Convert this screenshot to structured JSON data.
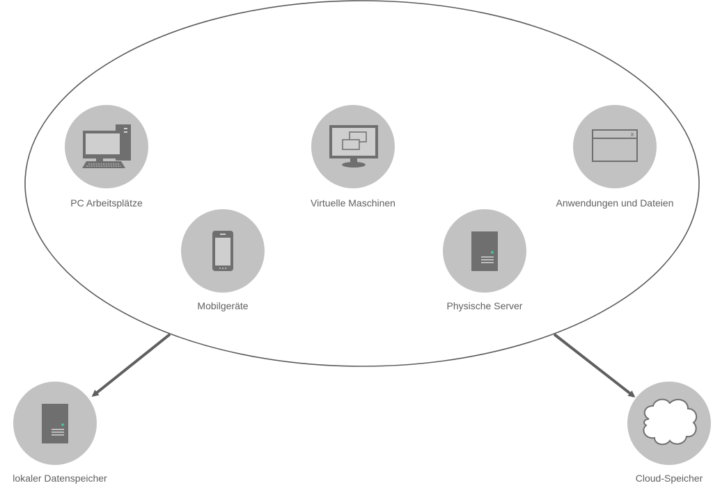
{
  "colors": {
    "circle": "#c2c2c2",
    "icon": "#6f6f6f",
    "icon_screen": "#cfcfcf",
    "outline": "#5a5a5a",
    "arrow": "#5f5f5f",
    "led": "#3fd3a0",
    "text": "#5f5f5f"
  },
  "nodes": {
    "pc": {
      "label": "PC Arbeitsplätze",
      "icon": "desktop-pc-icon"
    },
    "vm": {
      "label": "Virtuelle Maschinen",
      "icon": "virtual-machine-icon"
    },
    "apps": {
      "label": "Anwendungen und Dateien",
      "icon": "application-window-icon"
    },
    "mobile": {
      "label": "Mobilgeräte",
      "icon": "smartphone-icon"
    },
    "server": {
      "label": "Physische Server",
      "icon": "server-icon"
    },
    "local": {
      "label": "lokaler Datenspeicher",
      "icon": "server-icon"
    },
    "cloud": {
      "label": "Cloud-Speicher",
      "icon": "cloud-icon"
    }
  },
  "window_close_glyph": "x"
}
